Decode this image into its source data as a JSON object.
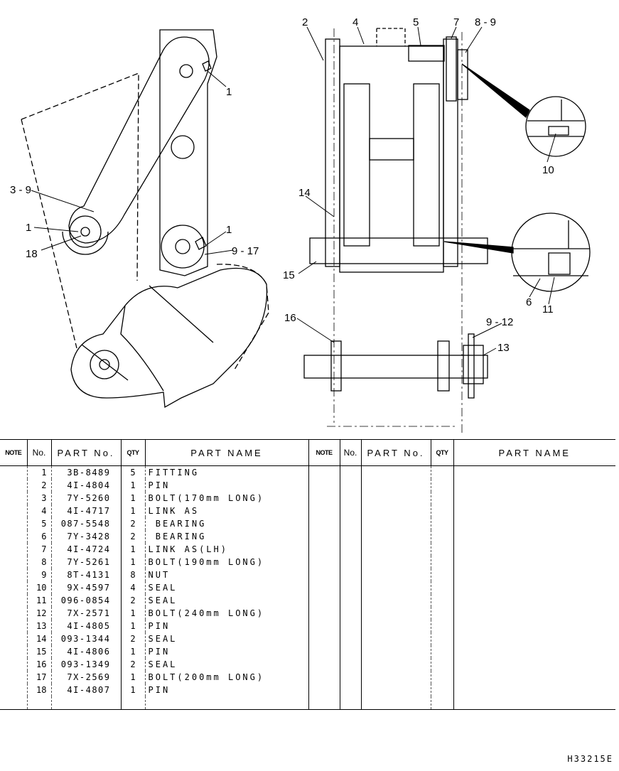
{
  "callouts": {
    "c1a": "1",
    "c1b": "1",
    "c1c": "1",
    "c3_9": "3 - 9",
    "c18": "18",
    "c9_17": "9 - 17",
    "c2": "2",
    "c4": "4",
    "c5": "5",
    "c7": "7",
    "c8_9": "8 - 9",
    "c10": "10",
    "c14": "14",
    "c15": "15",
    "c6": "6",
    "c11": "11",
    "c16": "16",
    "c9_12": "9 - 12",
    "c13": "13"
  },
  "table": {
    "headers": {
      "note": "NOTE",
      "no": "No.",
      "part_no": "PART  No.",
      "qty": "QTY",
      "part_name": "PART  NAME",
      "note2": "NOTE",
      "no2": "No.",
      "part_no2": "PART  No.",
      "qty2": "QTY",
      "part_name2": "PART  NAME"
    },
    "rows": [
      {
        "no": "1",
        "part_no": "3B-8489",
        "qty": "5",
        "name": "FITTING"
      },
      {
        "no": "2",
        "part_no": "4I-4804",
        "qty": "1",
        "name": "PIN"
      },
      {
        "no": "3",
        "part_no": "7Y-5260",
        "qty": "1",
        "name": "BOLT(170mm LONG)"
      },
      {
        "no": "4",
        "part_no": "4I-4717",
        "qty": "1",
        "name": "LINK AS"
      },
      {
        "no": "5",
        "part_no": "087-5548",
        "qty": "2",
        "name": " BEARING"
      },
      {
        "no": "6",
        "part_no": "7Y-3428",
        "qty": "2",
        "name": " BEARING"
      },
      {
        "no": "7",
        "part_no": "4I-4724",
        "qty": "1",
        "name": "LINK AS(LH)"
      },
      {
        "no": "8",
        "part_no": "7Y-5261",
        "qty": "1",
        "name": "BOLT(190mm LONG)"
      },
      {
        "no": "9",
        "part_no": "8T-4131",
        "qty": "8",
        "name": "NUT"
      },
      {
        "no": "10",
        "part_no": "9X-4597",
        "qty": "4",
        "name": "SEAL"
      },
      {
        "no": "11",
        "part_no": "096-0854",
        "qty": "2",
        "name": "SEAL"
      },
      {
        "no": "12",
        "part_no": "7X-2571",
        "qty": "1",
        "name": "BOLT(240mm LONG)"
      },
      {
        "no": "13",
        "part_no": "4I-4805",
        "qty": "1",
        "name": "PIN"
      },
      {
        "no": "14",
        "part_no": "093-1344",
        "qty": "2",
        "name": "SEAL"
      },
      {
        "no": "15",
        "part_no": "4I-4806",
        "qty": "1",
        "name": "PIN"
      },
      {
        "no": "16",
        "part_no": "093-1349",
        "qty": "2",
        "name": "SEAL"
      },
      {
        "no": "17",
        "part_no": "7X-2569",
        "qty": "1",
        "name": "BOLT(200mm LONG)"
      },
      {
        "no": "18",
        "part_no": "4I-4807",
        "qty": "1",
        "name": "PIN"
      }
    ]
  },
  "drawing_code": "H33215E"
}
